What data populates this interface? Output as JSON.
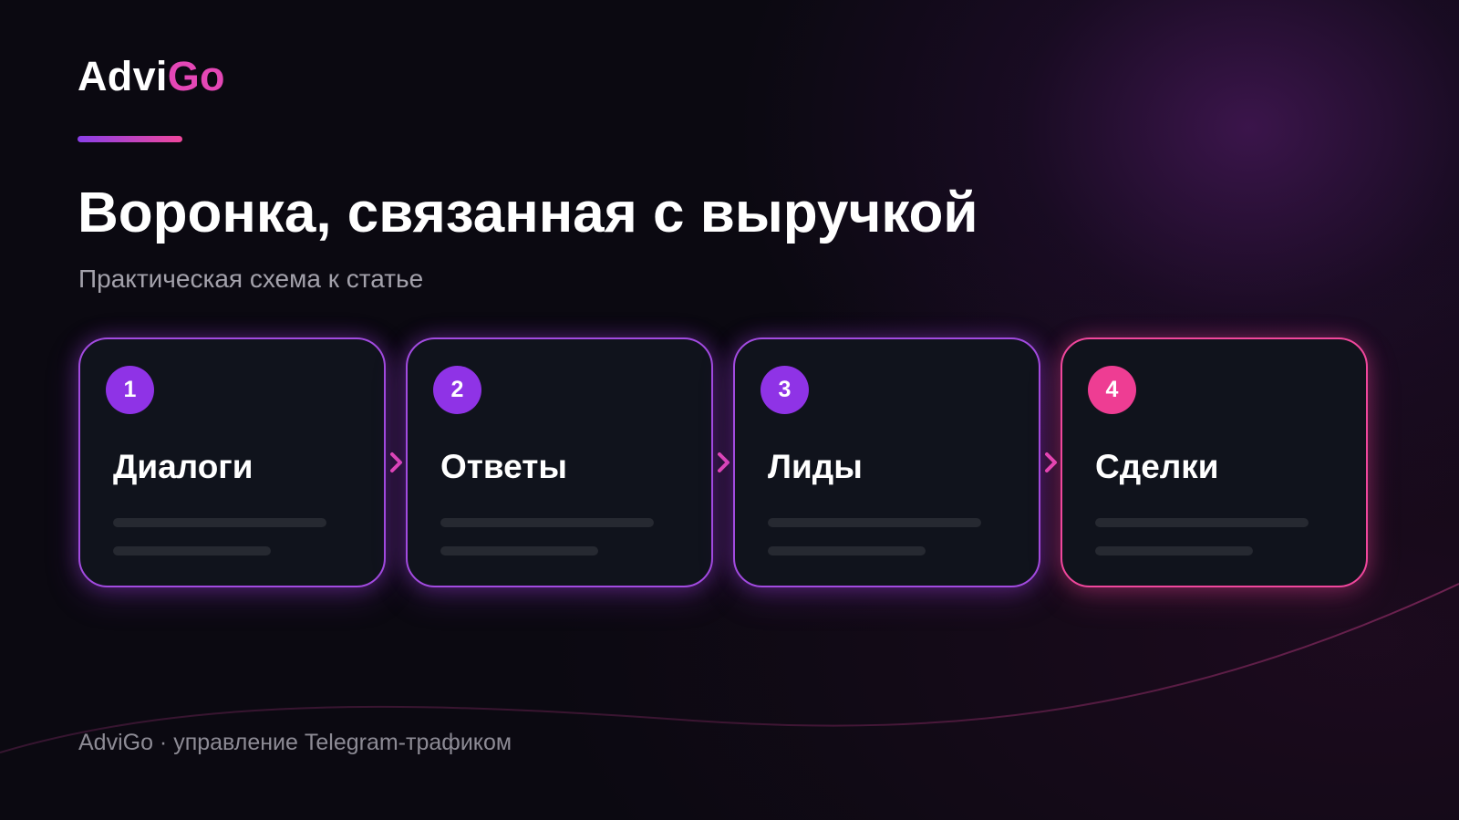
{
  "brand": {
    "logo_part_a": "Advi",
    "logo_part_b": "Go",
    "accent_color": "#e447b6"
  },
  "header": {
    "title": "Воронка, связанная с выручкой",
    "subtitle": "Практическая схема к статье"
  },
  "funnel": {
    "steps": [
      {
        "number": "1",
        "label": "Диалоги",
        "color": "#8f33e6"
      },
      {
        "number": "2",
        "label": "Ответы",
        "color": "#8f33e6"
      },
      {
        "number": "3",
        "label": "Лиды",
        "color": "#8f33e6"
      },
      {
        "number": "4",
        "label": "Сделки",
        "color": "#ee3d93"
      }
    ],
    "connector_icon": "chevron-right-icon"
  },
  "footer": {
    "text": "AdviGo · управление Telegram-трафиком"
  }
}
